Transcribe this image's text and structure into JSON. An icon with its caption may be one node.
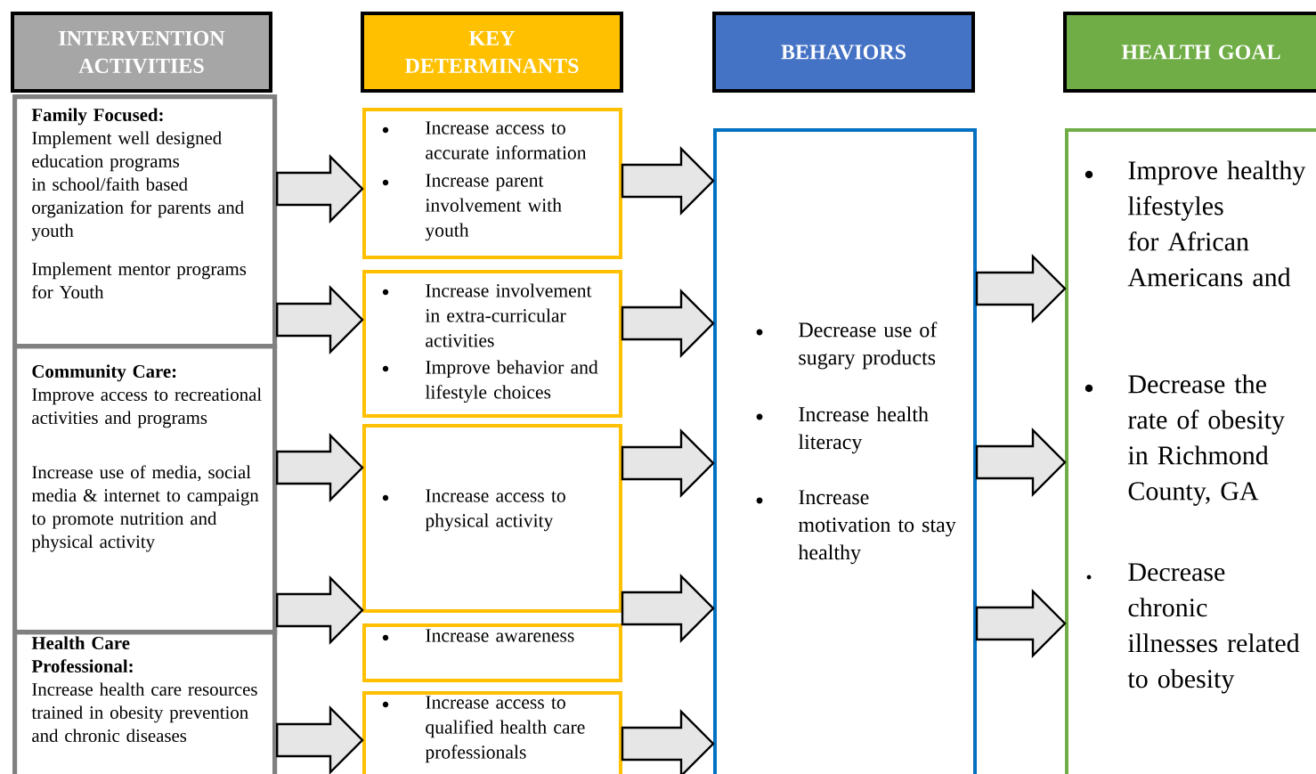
{
  "diagram": {
    "nodes": [
      {
        "text": [
          "INTERVENTION ACTIVITIES"
        ]
      },
      {
        "text": [
          "KEY DETERMINANTS"
        ]
      },
      {
        "text": [
          "BEHAVIORS"
        ]
      },
      {
        "text": [
          "HEALTH GOAL"
        ]
      },
      {
        "text": [
          "Family Focused:",
          "Implement well designed education programs in school/faith based organization for parents and youth",
          "Implement mentor programs for Youth"
        ]
      },
      {
        "text": [
          "Community Care:",
          "Improve access to recreational activities and programs",
          "Increase use of media, social media & internet to campaign to promote nutrition and physical activity"
        ]
      },
      {
        "text": [
          "Health Care Professional:",
          "Increase health care resources trained in obesity prevention and chronic diseases"
        ]
      },
      {
        "text": [
          "Increase access to accurate information",
          "Increase parent involvement with youth"
        ]
      },
      {
        "text": [
          "Increase involvement in extra-curricular activities",
          "Improve behavior and lifestyle choices"
        ]
      },
      {
        "text": [
          "Increase access to physical activity"
        ]
      },
      {
        "text": [
          "Increase awareness"
        ]
      },
      {
        "text": [
          "Increase access to qualified health care professionals"
        ]
      },
      {
        "text": [
          "Decrease use of sugary products",
          "Increase health literacy",
          "Increase motivation to stay healthy"
        ]
      },
      {
        "text": [
          "Improve healthy lifestyles for African Americans and",
          "Decrease the rate of obesity in Richmond County, GA",
          "Decrease chronic illnesses related to obesity"
        ]
      }
    ],
    "edges": [
      {
        "from": 4,
        "to": 7,
        "arrow": "to"
      },
      {
        "from": 4,
        "to": 8,
        "arrow": "to"
      },
      {
        "from": 5,
        "to": 9,
        "arrow": "to"
      },
      {
        "from": 5,
        "to": 9,
        "arrow": "to"
      },
      {
        "from": 6,
        "to": 11,
        "arrow": "to"
      },
      {
        "from": 7,
        "to": 12,
        "arrow": "to"
      },
      {
        "from": 8,
        "to": 12,
        "arrow": "to"
      },
      {
        "from": 9,
        "to": 12,
        "arrow": "to"
      },
      {
        "from": 9,
        "to": 12,
        "arrow": "to"
      },
      {
        "from": 11,
        "to": 12,
        "arrow": "to"
      },
      {
        "from": 12,
        "to": 13,
        "arrow": "to"
      },
      {
        "from": 12,
        "to": 13,
        "arrow": "to"
      },
      {
        "from": 12,
        "to": 13,
        "arrow": "to"
      }
    ]
  }
}
